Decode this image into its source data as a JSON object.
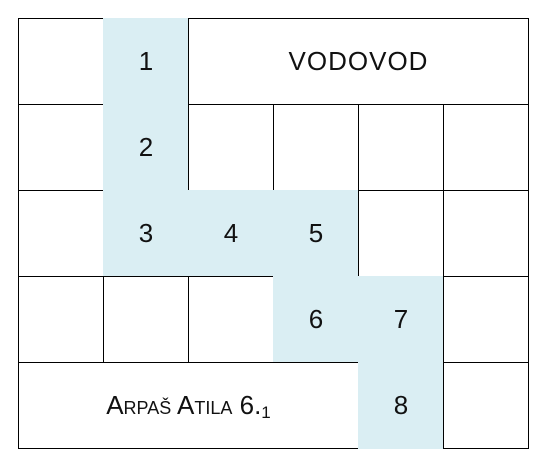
{
  "colors": {
    "path_fill": "#DAEEF3",
    "grid_line": "#000000",
    "background": "#FFFFFF"
  },
  "grid": {
    "rows": 5,
    "cols": 6
  },
  "word_label": "VODOVOD",
  "credit": {
    "text": "Arpaš Atila 6.",
    "subscript": "1"
  },
  "cells": [
    {
      "name": "cell-r1-c1",
      "row": 1,
      "col": 1,
      "span": 1,
      "path": false
    },
    {
      "name": "path-step-1",
      "row": 1,
      "col": 2,
      "span": 1,
      "path": true,
      "text": "1"
    },
    {
      "name": "word-label",
      "row": 1,
      "col": 3,
      "span": 4,
      "path": false,
      "text": "VODOVOD"
    },
    {
      "name": "cell-r2-c1",
      "row": 2,
      "col": 1,
      "span": 1,
      "path": false
    },
    {
      "name": "path-step-2",
      "row": 2,
      "col": 2,
      "span": 1,
      "path": true,
      "text": "2"
    },
    {
      "name": "cell-r2-c3",
      "row": 2,
      "col": 3,
      "span": 1,
      "path": false
    },
    {
      "name": "cell-r2-c4",
      "row": 2,
      "col": 4,
      "span": 1,
      "path": false
    },
    {
      "name": "cell-r2-c5",
      "row": 2,
      "col": 5,
      "span": 1,
      "path": false
    },
    {
      "name": "cell-r2-c6",
      "row": 2,
      "col": 6,
      "span": 1,
      "path": false
    },
    {
      "name": "cell-r3-c1",
      "row": 3,
      "col": 1,
      "span": 1,
      "path": false
    },
    {
      "name": "path-step-3",
      "row": 3,
      "col": 2,
      "span": 1,
      "path": true,
      "text": "3"
    },
    {
      "name": "path-step-4",
      "row": 3,
      "col": 3,
      "span": 1,
      "path": true,
      "text": "4"
    },
    {
      "name": "path-step-5",
      "row": 3,
      "col": 4,
      "span": 1,
      "path": true,
      "text": "5"
    },
    {
      "name": "cell-r3-c5",
      "row": 3,
      "col": 5,
      "span": 1,
      "path": false
    },
    {
      "name": "cell-r3-c6",
      "row": 3,
      "col": 6,
      "span": 1,
      "path": false
    },
    {
      "name": "cell-r4-c1",
      "row": 4,
      "col": 1,
      "span": 1,
      "path": false
    },
    {
      "name": "cell-r4-c2",
      "row": 4,
      "col": 2,
      "span": 1,
      "path": false
    },
    {
      "name": "cell-r4-c3",
      "row": 4,
      "col": 3,
      "span": 1,
      "path": false
    },
    {
      "name": "path-step-6",
      "row": 4,
      "col": 4,
      "span": 1,
      "path": true,
      "text": "6"
    },
    {
      "name": "path-step-7",
      "row": 4,
      "col": 5,
      "span": 1,
      "path": true,
      "text": "7"
    },
    {
      "name": "cell-r4-c6",
      "row": 4,
      "col": 6,
      "span": 1,
      "path": false
    },
    {
      "name": "credit-label",
      "row": 5,
      "col": 1,
      "span": 4,
      "path": false,
      "credit": true
    },
    {
      "name": "path-step-8",
      "row": 5,
      "col": 5,
      "span": 1,
      "path": true,
      "text": "8"
    },
    {
      "name": "cell-r5-c6",
      "row": 5,
      "col": 6,
      "span": 1,
      "path": false
    }
  ]
}
